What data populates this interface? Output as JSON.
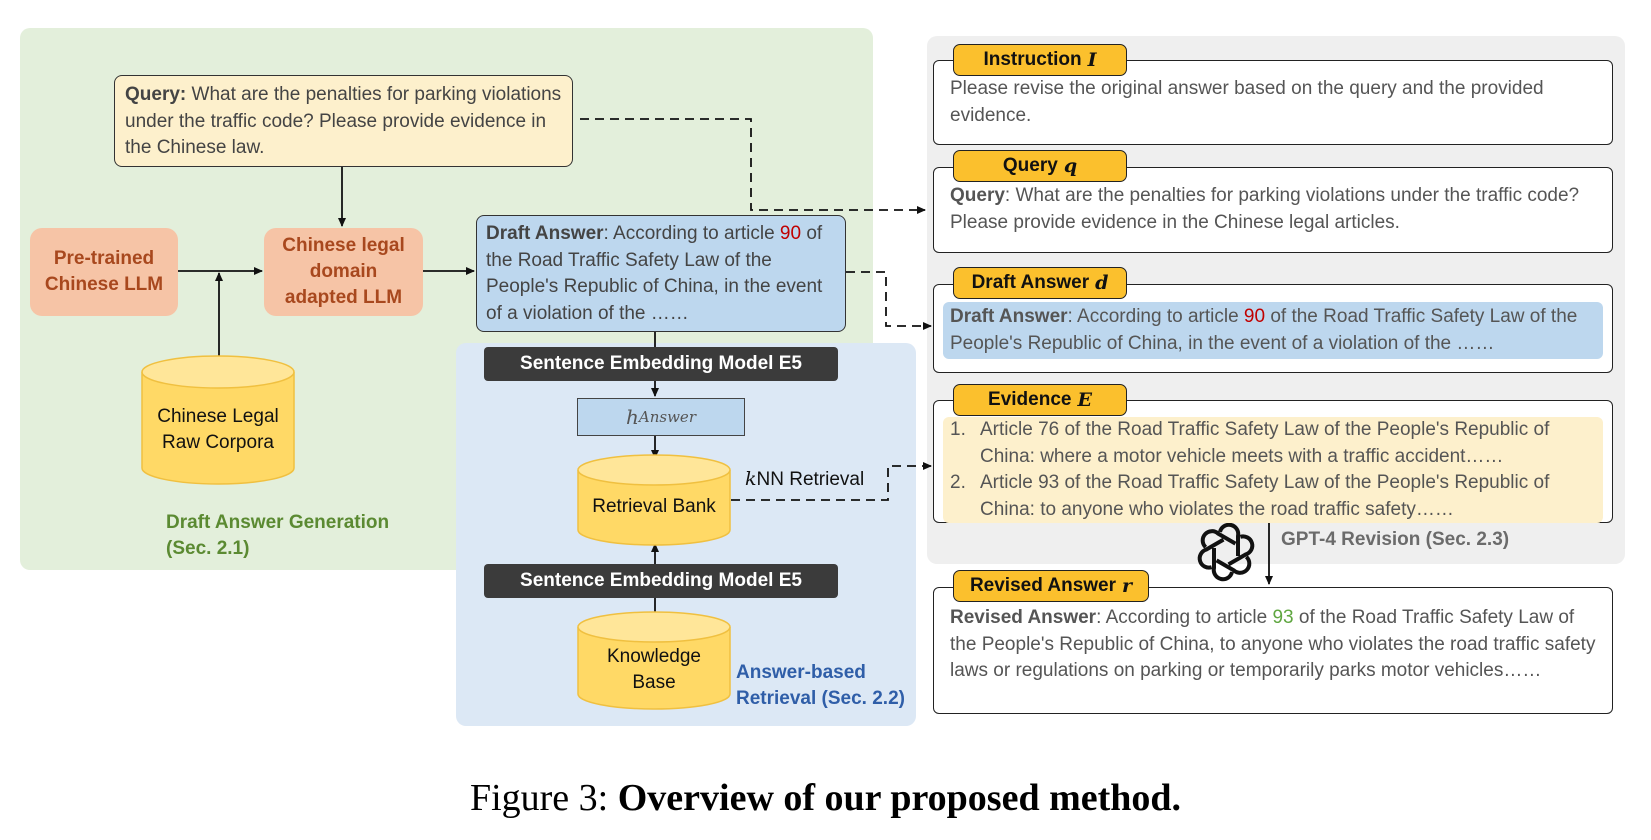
{
  "regions": {
    "draft_generation": "Draft Answer Generation\n(Sec. 2.1)",
    "retrieval": "Answer-based\nRetrieval (Sec. 2.2)",
    "revision": "GPT-4 Revision (Sec. 2.3)"
  },
  "left": {
    "query_lead": "Query:",
    "query_text": " What are the penalties for parking violations under the traffic code? Please provide evidence in the Chinese law.",
    "pretrained_llm": "Pre-trained Chinese LLM",
    "adapted_llm": "Chinese legal domain adapted LLM",
    "corpora": "Chinese Legal Raw Corpora",
    "draft_lead": "Draft Answer",
    "draft_pre": ": According to article ",
    "draft_num": "90",
    "draft_post": " of the Road Traffic Safety Law of the People's Republic of China, in the event of a violation of the ……"
  },
  "middle": {
    "embed_top": "Sentence Embedding Model E5",
    "h_answer": "h",
    "h_answer_sub": "Answer",
    "retrieval_bank": "Retrieval Bank",
    "knn_k": "k",
    "knn_text": "NN Retrieval",
    "embed_bottom": "Sentence Embedding Model E5",
    "knowledge_base": "Knowledge Base"
  },
  "right": {
    "instruction_tag": "Instruction",
    "instruction_sym": "I",
    "instruction_text": "Please revise the original answer based on the query and the provided evidence.",
    "query_tag": "Query",
    "query_sym": "q",
    "query_lead": "Query",
    "query_text": ": What are the penalties for parking violations under the traffic code? Please provide evidence in the Chinese legal articles.",
    "draft_tag": "Draft Answer",
    "draft_sym": "d",
    "draft_lead": "Draft Answer",
    "draft_pre": ": According to article ",
    "draft_num": "90",
    "draft_post": " of the Road Traffic Safety Law of the People's Republic of China, in the event of a violation of the ……",
    "evidence_tag": "Evidence",
    "evidence_sym": "E",
    "evidence_items": [
      {
        "num": "1.",
        "text": "Article 76 of the Road Traffic Safety Law of the People's Republic of China: where a motor vehicle meets with a traffic accident……"
      },
      {
        "num": "2.",
        "text": "Article 93 of the Road Traffic Safety Law of the People's Republic of China: to anyone who violates the road traffic safety……"
      }
    ],
    "revised_tag": "Revised Answer",
    "revised_sym": "r",
    "revised_lead": "Revised Answer",
    "revised_pre": ": According to article ",
    "revised_num": "93",
    "revised_post": " of the Road Traffic Safety Law of the People's Republic of China, to anyone who violates the road traffic safety laws or regulations on parking or temporarily parks motor vehicles……"
  },
  "caption": {
    "prefix": "Figure 3: ",
    "title": "Overview of our proposed method."
  },
  "icons": {
    "openai": "openai-logo-icon"
  },
  "colors": {
    "green_panel": "#e3efdb",
    "blue_panel": "#dce8f5",
    "gray_panel": "#efefef",
    "tag_yellow": "#fbc02d",
    "orange_box": "#f6c4a6",
    "draft_blue": "#bdd7ee",
    "query_cream": "#fdf0cc",
    "highlight_red": "#c00000",
    "highlight_green": "#5fa640"
  }
}
